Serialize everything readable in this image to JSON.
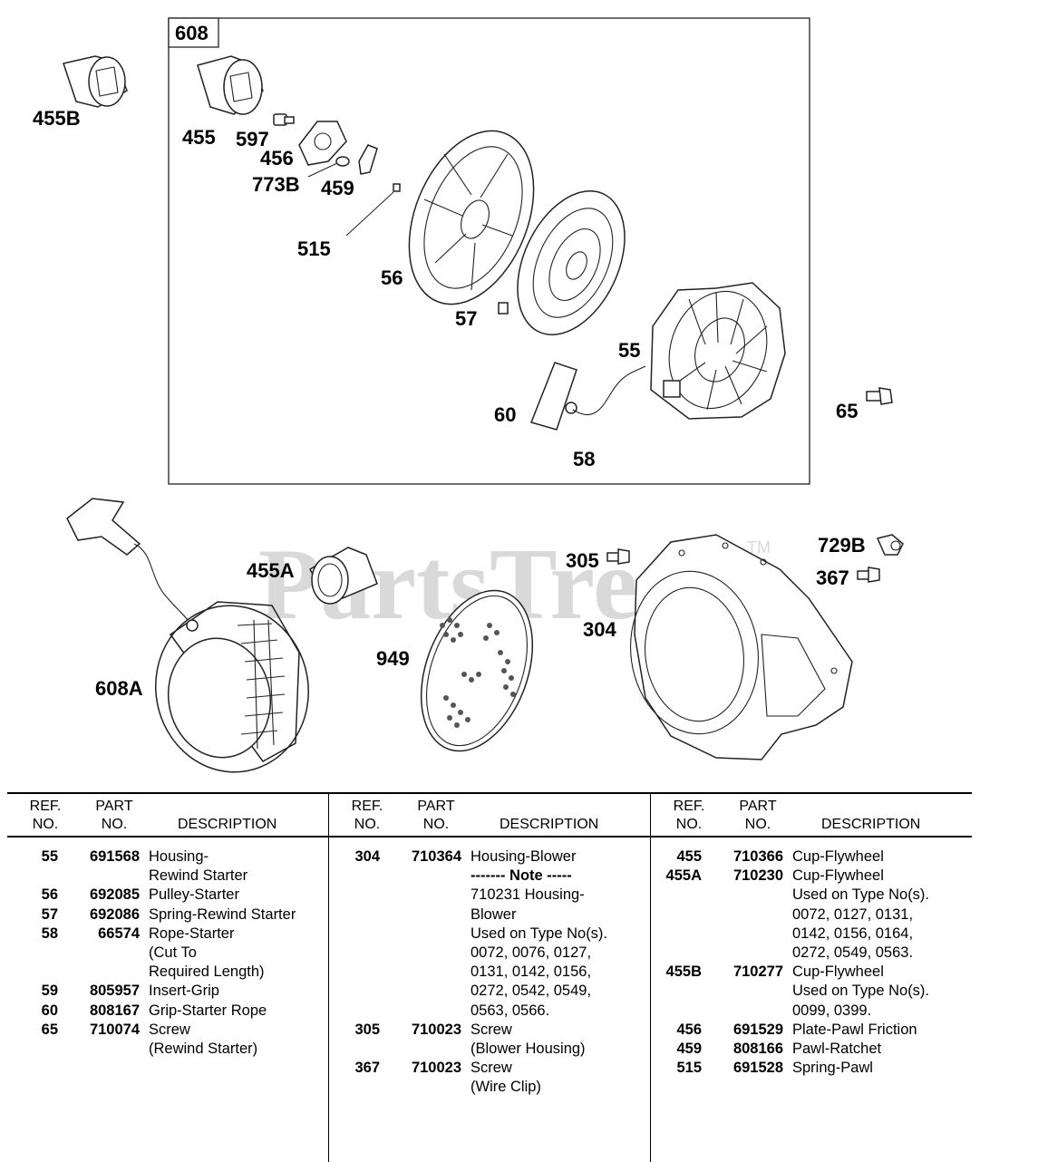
{
  "watermark": "PartsTree",
  "trademark": "TM",
  "callouts": {
    "608": "608",
    "455B": "455B",
    "455": "455",
    "597": "597",
    "456": "456",
    "773B": "773B",
    "459": "459",
    "515": "515",
    "56": "56",
    "57": "57",
    "55": "55",
    "60": "60",
    "58": "58",
    "65": "65",
    "608A": "608A",
    "455A": "455A",
    "305": "305",
    "729B": "729B",
    "367": "367",
    "304": "304",
    "949": "949"
  },
  "table": {
    "headers": {
      "ref": "REF.\nNO.",
      "part": "PART\nNO.",
      "desc": "DESCRIPTION"
    },
    "columns": [
      [
        {
          "ref": "55",
          "part": "691568",
          "desc": "Housing-\nRewind Starter"
        },
        {
          "ref": "56",
          "part": "692085",
          "desc": "Pulley-Starter"
        },
        {
          "ref": "57",
          "part": "692086",
          "desc": "Spring-Rewind Starter"
        },
        {
          "ref": "58",
          "part": "66574",
          "desc": "Rope-Starter\n(Cut To\nRequired Length)"
        },
        {
          "ref": "59",
          "part": "805957",
          "desc": "Insert-Grip"
        },
        {
          "ref": "60",
          "part": "808167",
          "desc": "Grip-Starter Rope"
        },
        {
          "ref": "65",
          "part": "710074",
          "desc": "Screw\n(Rewind Starter)"
        }
      ],
      [
        {
          "ref": "304",
          "part": "710364",
          "desc": "Housing-Blower"
        },
        {
          "ref": "",
          "part": "",
          "desc": "------- Note -----"
        },
        {
          "ref": "",
          "part": "",
          "desc": "710231 Housing-\nBlower\nUsed on Type No(s).\n0072, 0076, 0127,\n0131, 0142, 0156,\n0272, 0542, 0549,\n0563, 0566."
        },
        {
          "ref": "305",
          "part": "710023",
          "desc": "Screw\n(Blower Housing)"
        },
        {
          "ref": "367",
          "part": "710023",
          "desc": "Screw\n(Wire Clip)"
        }
      ],
      [
        {
          "ref": "455",
          "part": "710366",
          "desc": "Cup-Flywheel"
        },
        {
          "ref": "455A",
          "part": "710230",
          "desc": "Cup-Flywheel\nUsed on Type No(s).\n0072, 0127, 0131,\n0142, 0156, 0164,\n0272, 0549, 0563."
        },
        {
          "ref": "455B",
          "part": "710277",
          "desc": "Cup-Flywheel\nUsed on Type No(s).\n0099, 0399."
        },
        {
          "ref": "456",
          "part": "691529",
          "desc": "Plate-Pawl Friction"
        },
        {
          "ref": "459",
          "part": "808166",
          "desc": "Pawl-Ratchet"
        },
        {
          "ref": "515",
          "part": "691528",
          "desc": "Spring-Pawl"
        }
      ]
    ]
  }
}
